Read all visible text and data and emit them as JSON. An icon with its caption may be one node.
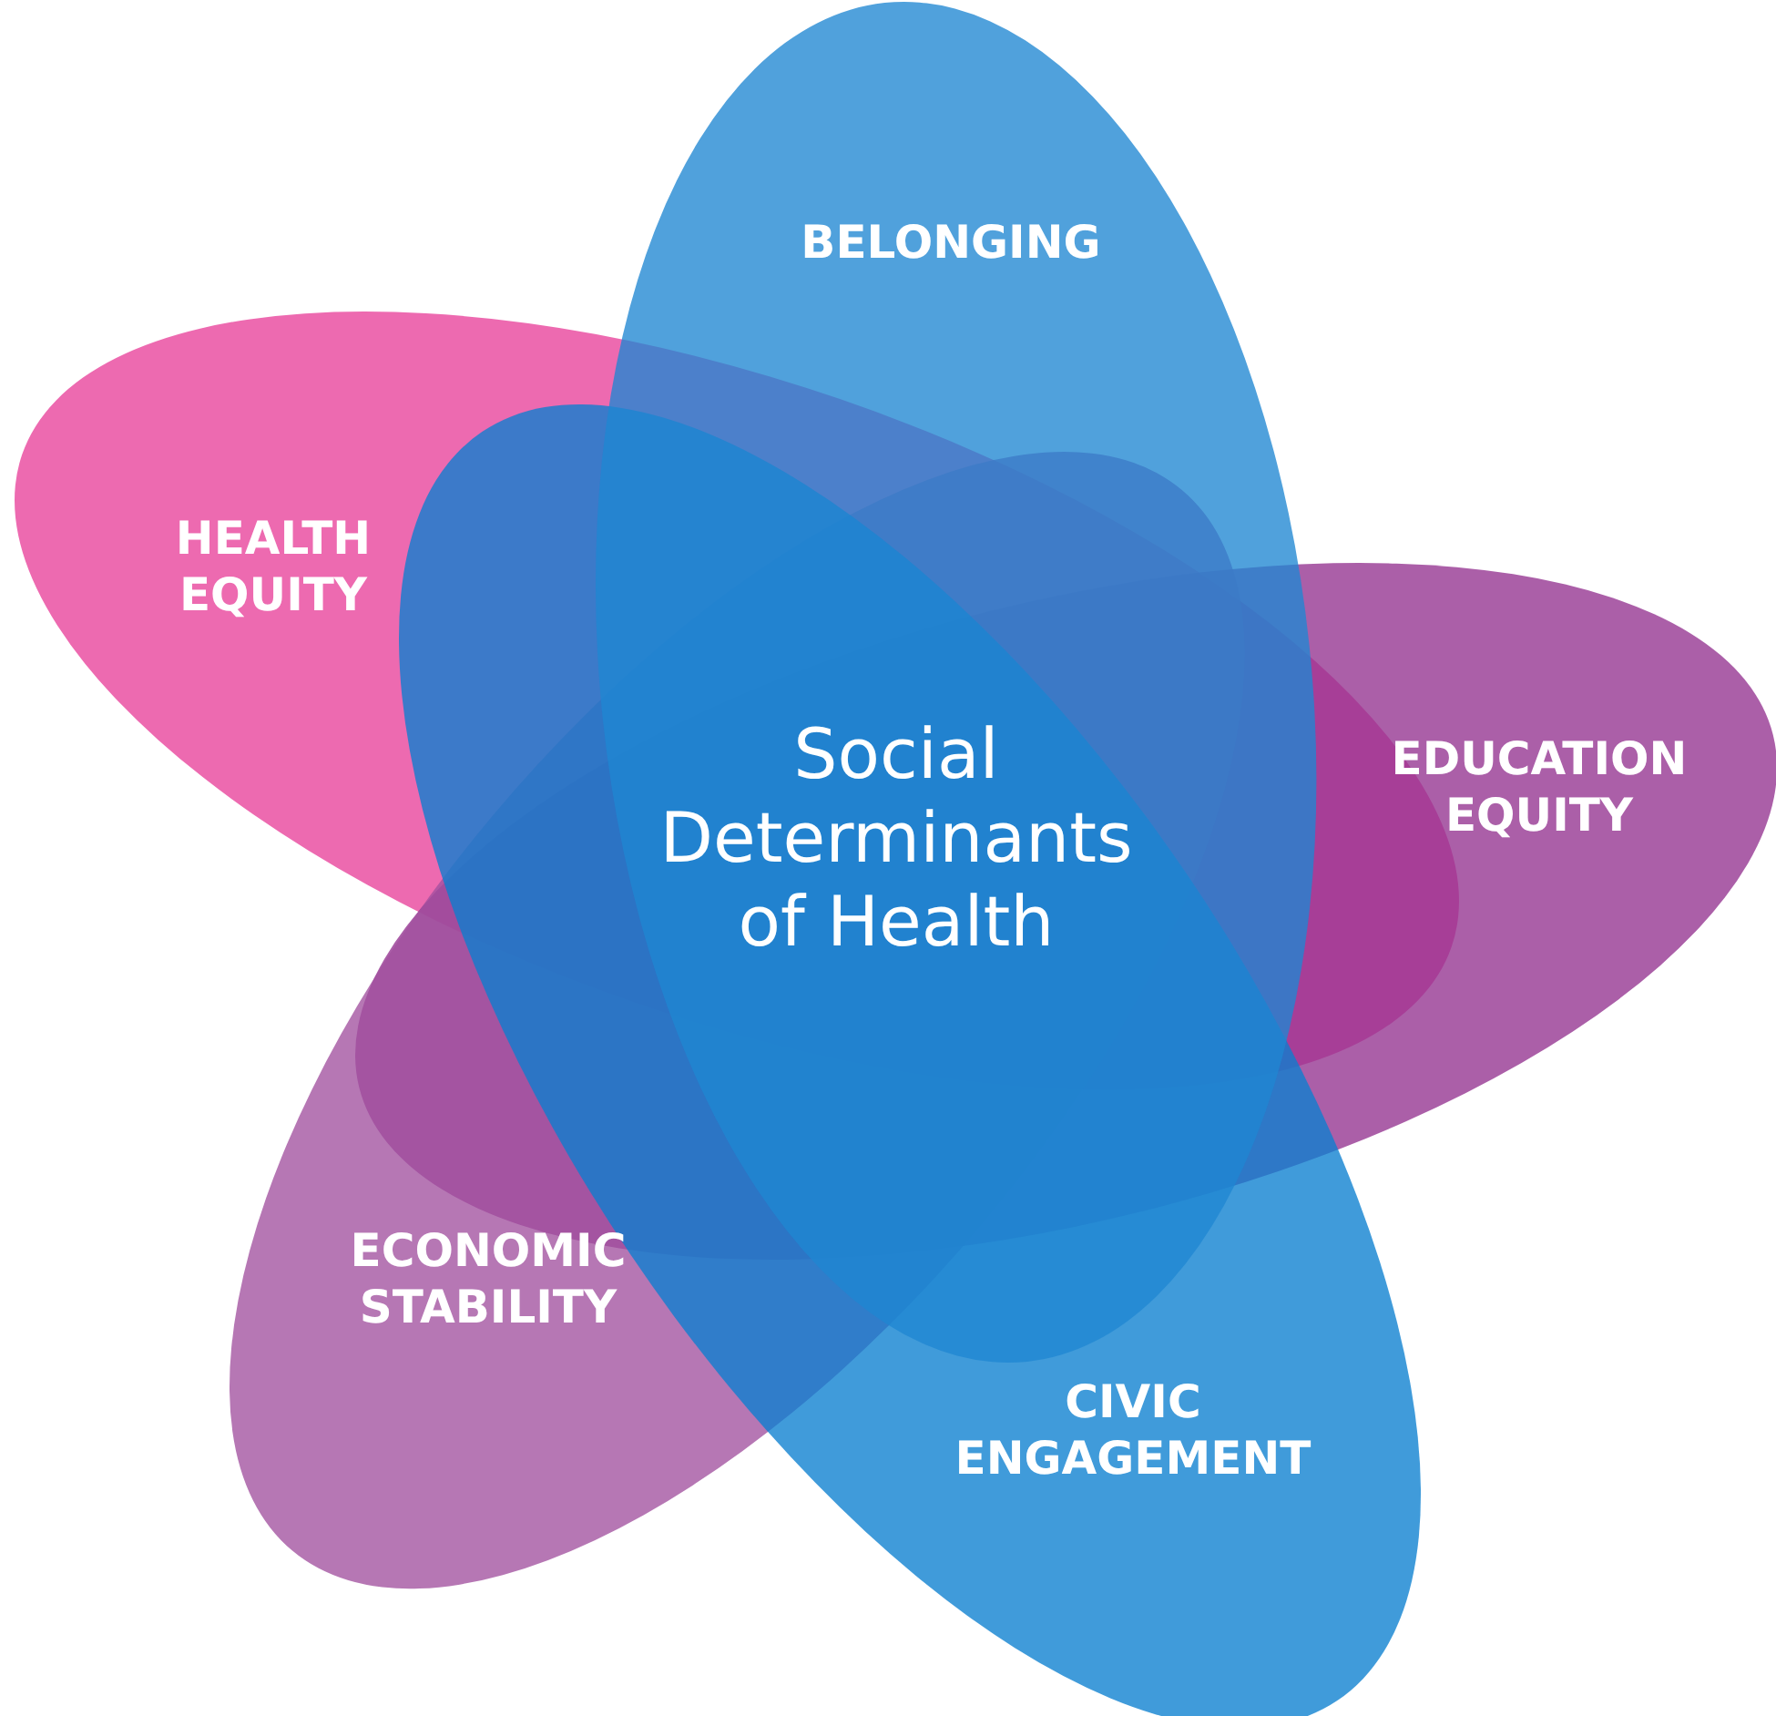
{
  "diagram": {
    "nodes": [
      {
        "text": [
          "BELONGING"
        ]
      },
      {
        "text": [
          "HEALTH EQUITY"
        ]
      },
      {
        "text": [
          "EDUCATION EQUITY"
        ]
      },
      {
        "text": [
          "ECONOMIC STABILITY"
        ]
      },
      {
        "text": [
          "CIVIC ENGAGEMENT"
        ]
      }
    ],
    "labels": [
      "Social Determinants of Health"
    ]
  }
}
